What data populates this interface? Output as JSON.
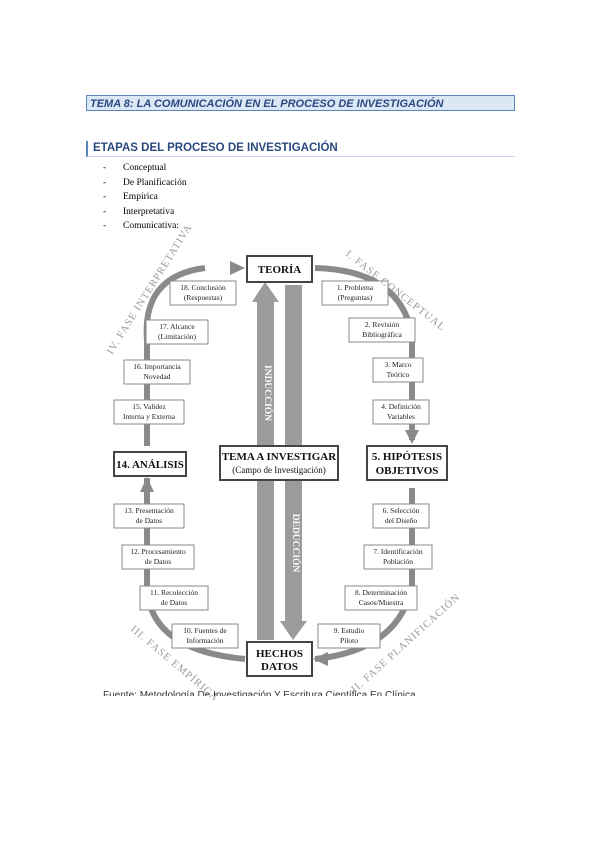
{
  "document": {
    "tema_heading": "TEMA 8: LA COMUNICACIÓN EN EL PROCESO DE INVESTIGACIÓN",
    "section_heading": "ETAPAS DEL PROCESO DE INVESTIGACIÓN",
    "stages": [
      "Conceptual",
      "De Planificación",
      "Empírica",
      "Interpretativa",
      "Comunicativa:"
    ],
    "source_line": "Fuente: Metodología De Investigación Y Escritura Científica En Clínica"
  },
  "diagram": {
    "top_node": "TEORÍA",
    "bottom_node": [
      "HECHOS",
      "DATOS"
    ],
    "center_node": [
      "TEMA A INVESTIGAR",
      "(Campo de Investigación)"
    ],
    "left_node": "14. ANÁLISIS",
    "right_node": [
      "5. HIPÓTESIS",
      "OBJETIVOS"
    ],
    "induction_label": "INDUCCIÓN",
    "deduction_label": "DEDUCCIÓN",
    "phases": {
      "p1": "I. FASE CONCEPTUAL",
      "p2": "II. FASE PLANIFICACIÓN",
      "p3": "III. FASE EMPÍRICA",
      "p4": "IV. FASE INTERPRETATIVA"
    },
    "steps": {
      "s1": [
        "1. Problema",
        "(Preguntas)"
      ],
      "s2": [
        "2. Revisión",
        "Bibliográfica"
      ],
      "s3": [
        "3. Marco",
        "Teórico"
      ],
      "s4": [
        "4. Definición",
        "Variables"
      ],
      "s6": [
        "6. Selección",
        "del Diseño"
      ],
      "s7": [
        "7. Identificación",
        "Población"
      ],
      "s8": [
        "8. Determinación",
        "Casos/Muestra"
      ],
      "s9": [
        "9. Estudio",
        "Piloto"
      ],
      "s10": [
        "10. Fuentes de",
        "Información"
      ],
      "s11": [
        "11. Recolección",
        "de Datos"
      ],
      "s12": [
        "12. Procesamiento",
        "de Datos"
      ],
      "s13": [
        "13. Presentación",
        "de Datos"
      ],
      "s15": [
        "15. Validez",
        "Interna y Externa"
      ],
      "s16": [
        "16. Importancia",
        "Novedad"
      ],
      "s17": [
        "17. Alcance",
        "(Limitación)"
      ],
      "s18": [
        "18. Conclusión",
        "(Respuestas)"
      ]
    }
  }
}
